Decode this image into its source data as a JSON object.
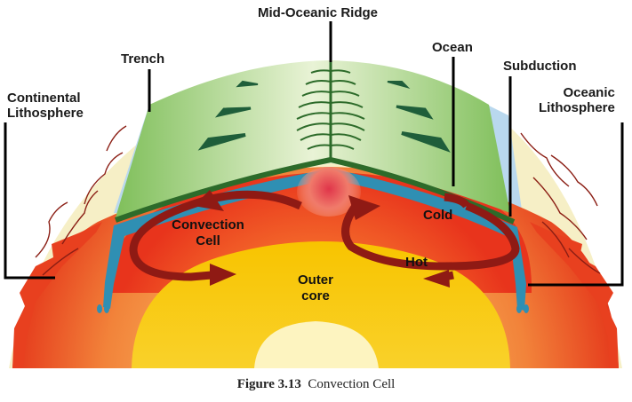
{
  "labels": {
    "mid_oceanic_ridge": "Mid-Oceanic Ridge",
    "trench": "Trench",
    "ocean": "Ocean",
    "subduction": "Subduction",
    "continental_lithosphere": [
      "Continental",
      "Lithosphere"
    ],
    "oceanic_lithosphere": [
      "Oceanic",
      "Lithosphere"
    ],
    "convection_cell": [
      "Convection",
      "Cell"
    ],
    "cold": "Cold",
    "hot": "Hot",
    "outer_core": [
      "Outer",
      "core"
    ]
  },
  "caption": {
    "figure_number": "Figure 3.13",
    "title": "Convection Cell"
  },
  "colors": {
    "mantle_outer": "#e8401f",
    "mantle_inner": "#f7a352",
    "outer_core": "#f7c800",
    "inner_core": "#fdf3b8",
    "ocean_green": "#a8d47a",
    "ridge_dark_green": "#2d6b2a",
    "plate_blue": "#2f8fb3",
    "arrows": "#8f1a14",
    "continent": "#f5efc4"
  }
}
